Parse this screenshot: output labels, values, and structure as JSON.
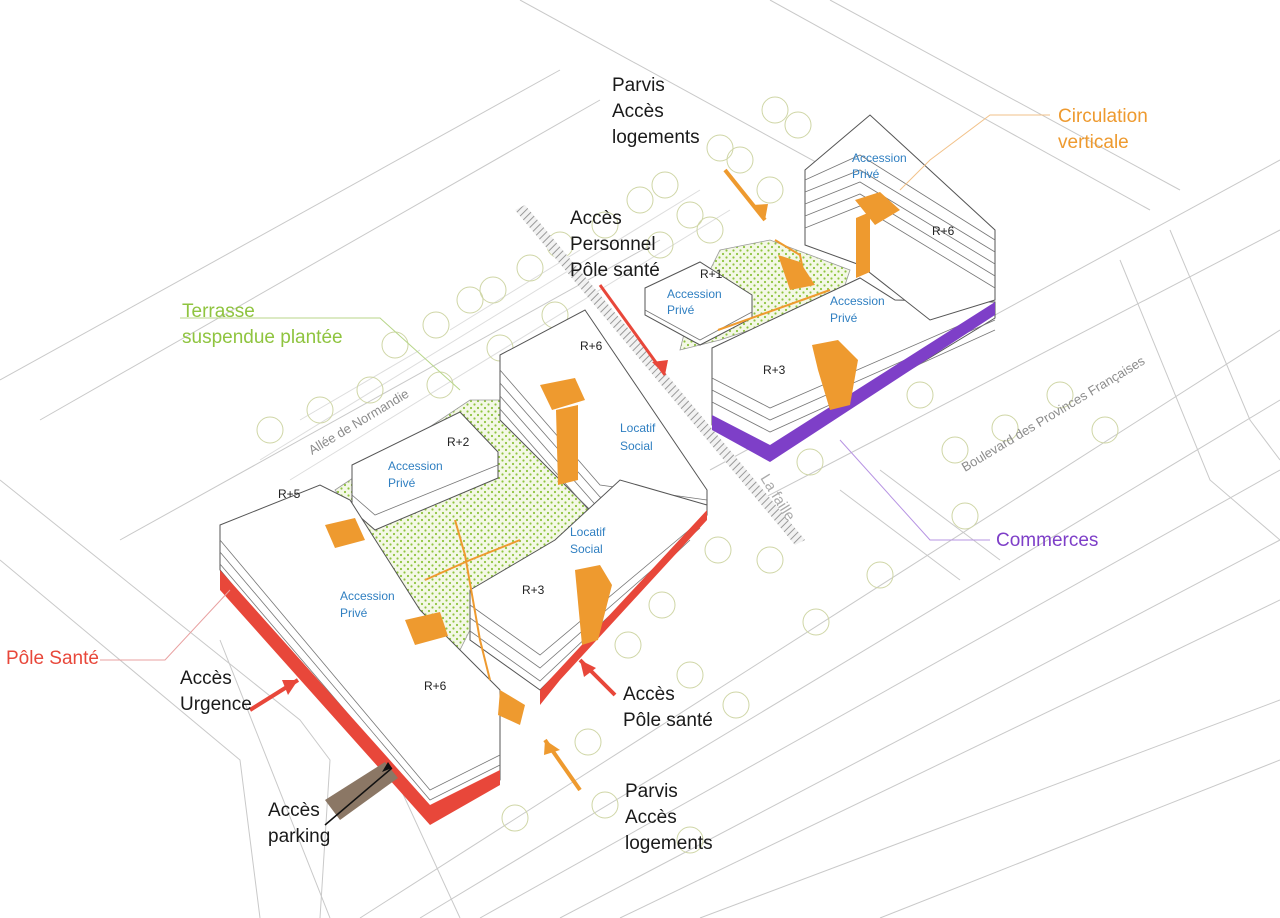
{
  "colors": {
    "sante": "#e8473a",
    "commerces": "#7e3fc8",
    "circulation": "#ee9a2f",
    "terrasse": "#8fc43f",
    "building_text": "#2f7fc1",
    "parking": "#8b7765"
  },
  "legend": {
    "parvis_top": [
      "Parvis",
      "Accès",
      "logements"
    ],
    "circulation_verticale": [
      "Circulation",
      "verticale"
    ],
    "acces_personnel": [
      "Accès",
      "Personnel",
      "Pôle santé"
    ],
    "terrasse": [
      "Terrasse",
      "suspendue plantée"
    ],
    "pole_sante": "Pôle Santé",
    "acces_urgence": [
      "Accès",
      "Urgence"
    ],
    "acces_pole_sante": [
      "Accès",
      "Pôle santé"
    ],
    "parvis_bottom": [
      "Parvis",
      "Accès",
      "logements"
    ],
    "acces_parking": [
      "Accès",
      "parking"
    ],
    "commerces": "Commerces"
  },
  "streets": {
    "allee": "Allée de Normandie",
    "boulevard": "Boulevard des Provinces Françaises",
    "faille": "La faille"
  },
  "buildings": {
    "east_r6": {
      "level": "R+6",
      "use": [
        "Accession",
        "Privé"
      ]
    },
    "east_r1": {
      "level": "R+1",
      "use": [
        "Accession",
        "Privé"
      ]
    },
    "east_r3": {
      "level": "R+3",
      "use": [
        "Accession",
        "Privé"
      ]
    },
    "west_r6_north": {
      "level": "R+6",
      "use": [
        "Locatif",
        "Social"
      ]
    },
    "west_r2": {
      "level": "R+2",
      "use": [
        "Accession",
        "Privé"
      ]
    },
    "west_r5": {
      "level": "R+5"
    },
    "west_r3": {
      "level": "R+3",
      "use": [
        "Locatif",
        "Social"
      ]
    },
    "west_r6_south": {
      "level": "R+6",
      "use": [
        "Accession",
        "Privé"
      ]
    }
  }
}
